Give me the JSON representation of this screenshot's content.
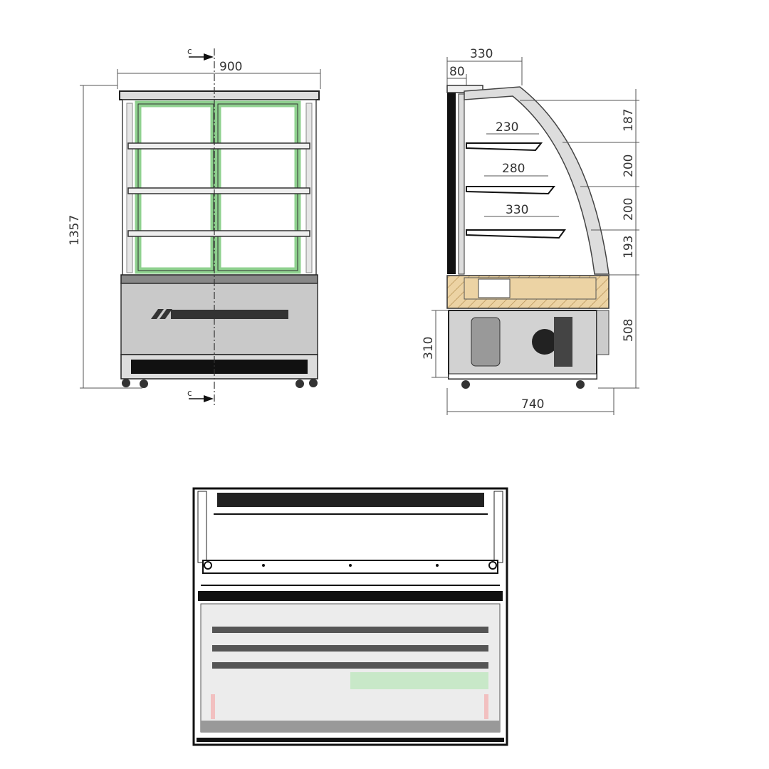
{
  "front_view": {
    "width_label": "900",
    "height_label": "1357",
    "section_marker_top": "c",
    "section_marker_bottom": "c"
  },
  "side_view": {
    "top_depth_label": "330",
    "back_depth_label": "80",
    "shelf_depths": [
      "230",
      "280",
      "330"
    ],
    "vertical_spacings": [
      "187",
      "200",
      "200",
      "193",
      "508"
    ],
    "machine_height_label": "310",
    "total_depth_label": "740"
  },
  "colors": {
    "frame_green": "#8fd18f",
    "insulation_tan": "#ecd3a4",
    "panel_gray": "#c9c9c9"
  }
}
